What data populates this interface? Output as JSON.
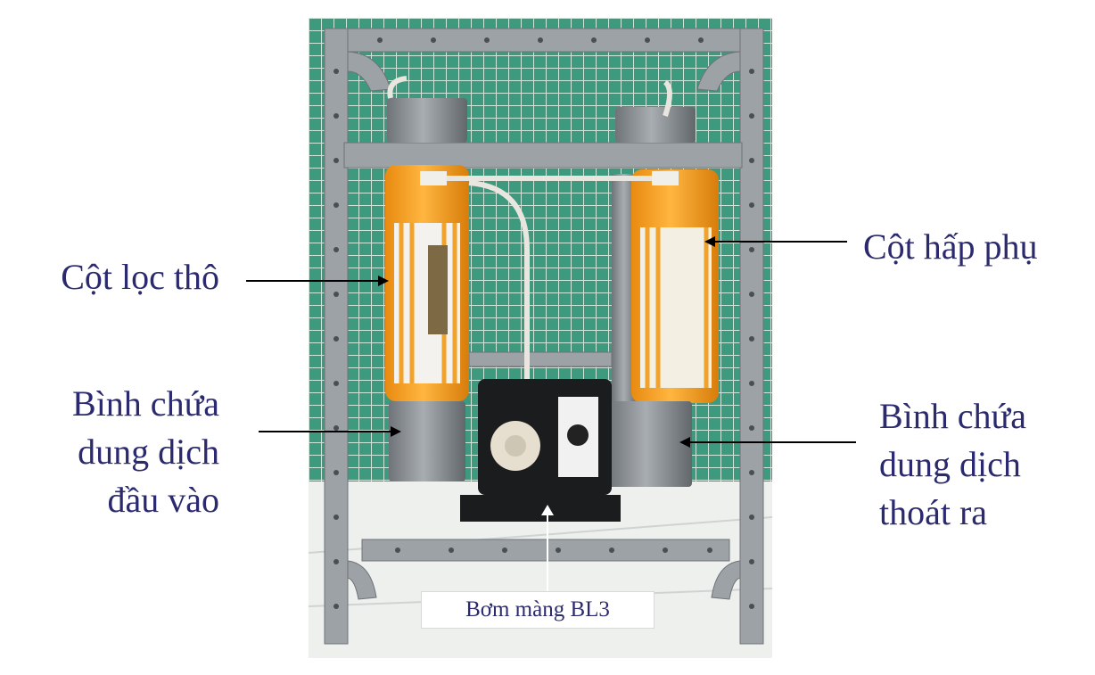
{
  "labels": {
    "coarse_filter": "Cột lọc thô",
    "adsorption_column": "Cột hấp phụ",
    "input_tank": [
      "Bình chứa",
      "dung dịch",
      "đầu vào"
    ],
    "output_tank": [
      "Bình chứa",
      "dung dịch",
      "thoát ra"
    ],
    "pump": "Bơm màng BL3"
  },
  "colors": {
    "label_text": "#2b2a6e",
    "filter_orange": "#f29a1c",
    "frame_grey": "#9a9fa3",
    "tile_green": "#3a8f77"
  }
}
